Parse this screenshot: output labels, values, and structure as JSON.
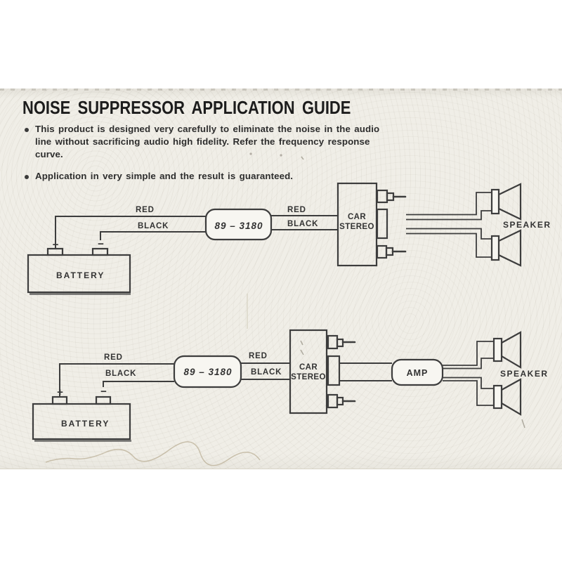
{
  "doc": {
    "title": "NOISE SUPPRESSOR APPLICATION GUIDE"
  },
  "intro": {
    "bullet1": {
      "l1": "This product is designed very carefully to eliminate the noise in the audio",
      "l2": "line without sacrificing audio high fidelity. Refer the frequency response",
      "l3": "curve."
    },
    "bullet2": {
      "l1": "Application in very simple and the result is guaranteed."
    }
  },
  "diagram_top": {
    "battery": "BATTERY",
    "plus": "+",
    "minus": "−",
    "left_red": "RED",
    "left_black": "BLACK",
    "suppressor": "89 – 3180",
    "right_red": "RED",
    "right_black": "BLACK",
    "stereo_line1": "CAR",
    "stereo_line2": "STEREO",
    "speaker": "SPEAKER"
  },
  "diagram_bottom": {
    "battery": "BATTERY",
    "plus": "+",
    "minus": "−",
    "left_red": "RED",
    "left_black": "BLACK",
    "suppressor": "89 – 3180",
    "right_red": "RED",
    "right_black": "BLACK",
    "stereo_line1": "CAR",
    "stereo_line2": "STEREO",
    "amp": "AMP",
    "speaker": "SPEAKER"
  },
  "colors": {
    "paper": "#f0eee7",
    "ink": "#3d3d3d",
    "text": "#2d2d2d"
  }
}
